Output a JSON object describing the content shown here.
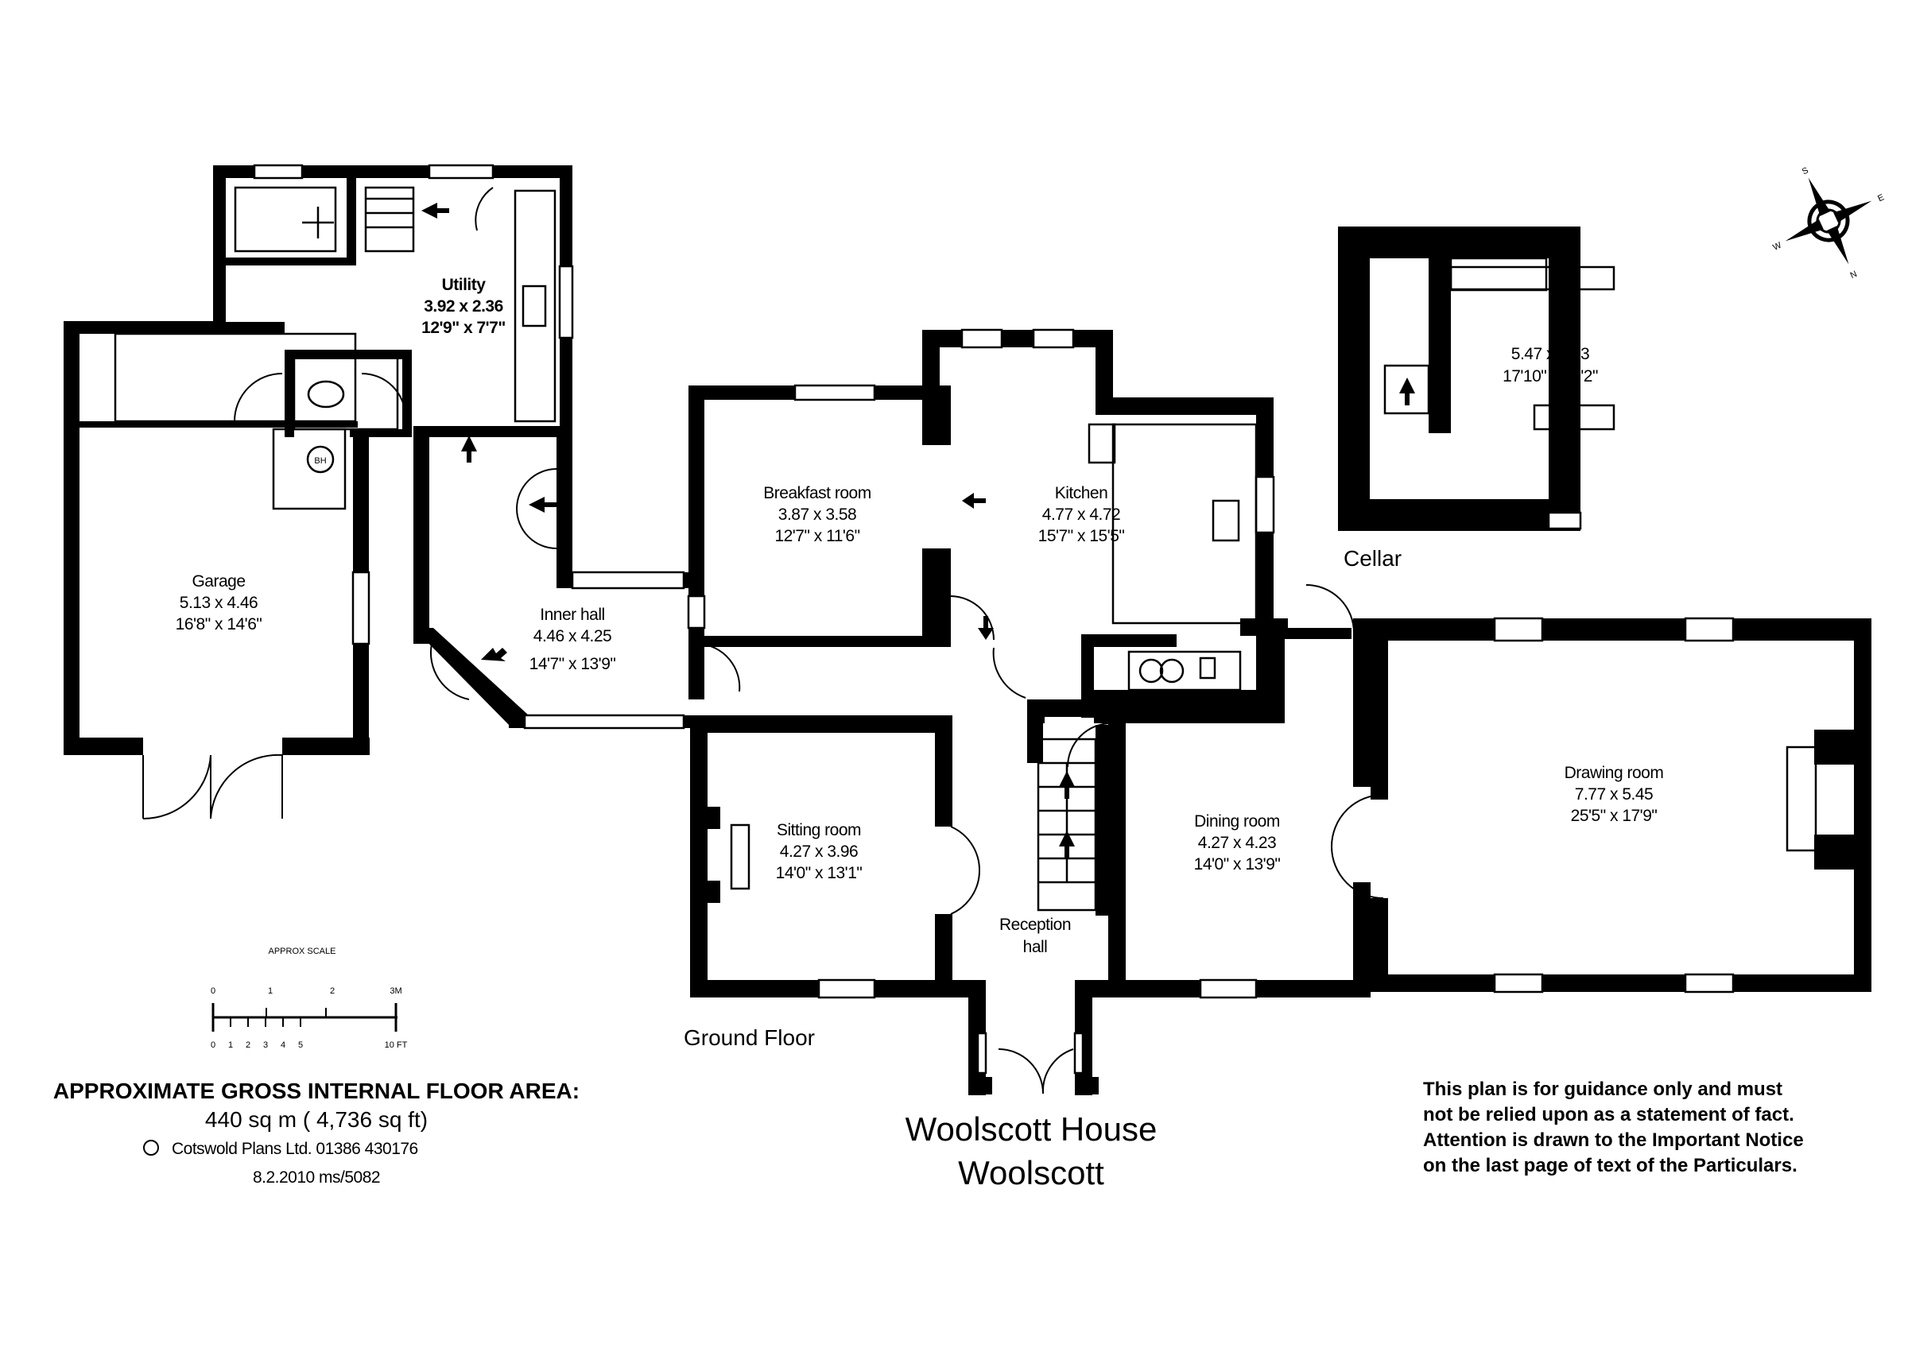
{
  "rooms": {
    "utility": {
      "name": "Utility",
      "metric": "3.92 x 2.36",
      "imperial": "12'9\" x 7'7\""
    },
    "garage": {
      "name": "Garage",
      "metric": "5.13 x 4.46",
      "imperial": "16'8\" x 14'6\""
    },
    "inner_hall": {
      "name": "Inner hall",
      "metric": "4.46 x 4.25",
      "imperial": "14'7\" x 13'9\""
    },
    "breakfast_room": {
      "name": "Breakfast room",
      "metric": "3.87 x 3.58",
      "imperial": "12'7\" x 11'6\""
    },
    "kitchen": {
      "name": "Kitchen",
      "metric": "4.77 x 4.72",
      "imperial": "15'7\" x 15'5\""
    },
    "cellar": {
      "name": "Cellar",
      "metric": "5.47 x 4.03",
      "imperial": "17'10\" x 13'2\""
    },
    "sitting_room": {
      "name": "Sitting room",
      "metric": "4.27 x 3.96",
      "imperial": "14'0\" x 13'1\""
    },
    "dining_room": {
      "name": "Dining room",
      "metric": "4.27 x 4.23",
      "imperial": "14'0\" x 13'9\""
    },
    "drawing_room": {
      "name": "Drawing room",
      "metric": "7.77 x 5.45",
      "imperial": "25'5\" x 17'9\""
    },
    "reception_hall": {
      "name_line1": "Reception",
      "name_line2": "hall"
    }
  },
  "floor_label": "Ground Floor",
  "title": {
    "line1": "Woolscott House",
    "line2": "Woolscott"
  },
  "area": {
    "heading": "APPROXIMATE GROSS INTERNAL FLOOR AREA:",
    "value": "440 sq m ( 4,736 sq ft)",
    "copyright": "Cotswold Plans Ltd. 01386 430176",
    "ref": "8.2.2010 ms/5082"
  },
  "disclaimer": [
    "This plan is for guidance only and must",
    "not be relied upon as a statement of fact.",
    "Attention is drawn to the Important Notice",
    "on the last page of text of the Particulars."
  ],
  "scale": {
    "title": "APPROX SCALE",
    "metric_ticks": [
      "0",
      "1",
      "2",
      "3M"
    ],
    "feet_ticks": [
      "0",
      "1",
      "2",
      "3",
      "4",
      "5",
      "10 FT"
    ]
  },
  "compass": {
    "letters": [
      "S",
      "E",
      "N",
      "W"
    ]
  },
  "symbols": {
    "boiler": "BH"
  }
}
